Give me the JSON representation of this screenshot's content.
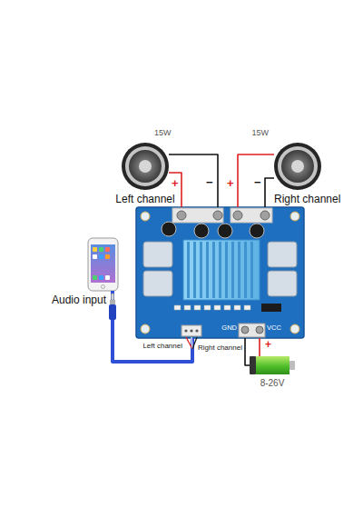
{
  "diagram": {
    "nodes": [
      {
        "text": [
          "15W",
          "Left channel"
        ]
      },
      {
        "text": [
          "15W",
          "Right channel"
        ]
      },
      {
        "text": [
          "Audio input"
        ]
      },
      {
        "text": [
          "GND",
          "VCC"
        ]
      },
      {
        "text": [
          "8-26V"
        ]
      }
    ],
    "edges": [
      {
        "from": 0,
        "to": 3,
        "arrow": "none",
        "label": "+"
      },
      {
        "from": 0,
        "to": 3,
        "arrow": "none",
        "label": "−"
      },
      {
        "from": 1,
        "to": 3,
        "arrow": "none",
        "label": "+"
      },
      {
        "from": 1,
        "to": 3,
        "arrow": "none",
        "label": "−"
      },
      {
        "from": 2,
        "to": 3,
        "arrow": "none"
      },
      {
        "from": 4,
        "to": 3,
        "arrow": "none",
        "label": "+"
      },
      {
        "from": 4,
        "to": 3,
        "arrow": "none"
      }
    ],
    "labels": [
      "Left channel",
      "Right channel"
    ]
  }
}
